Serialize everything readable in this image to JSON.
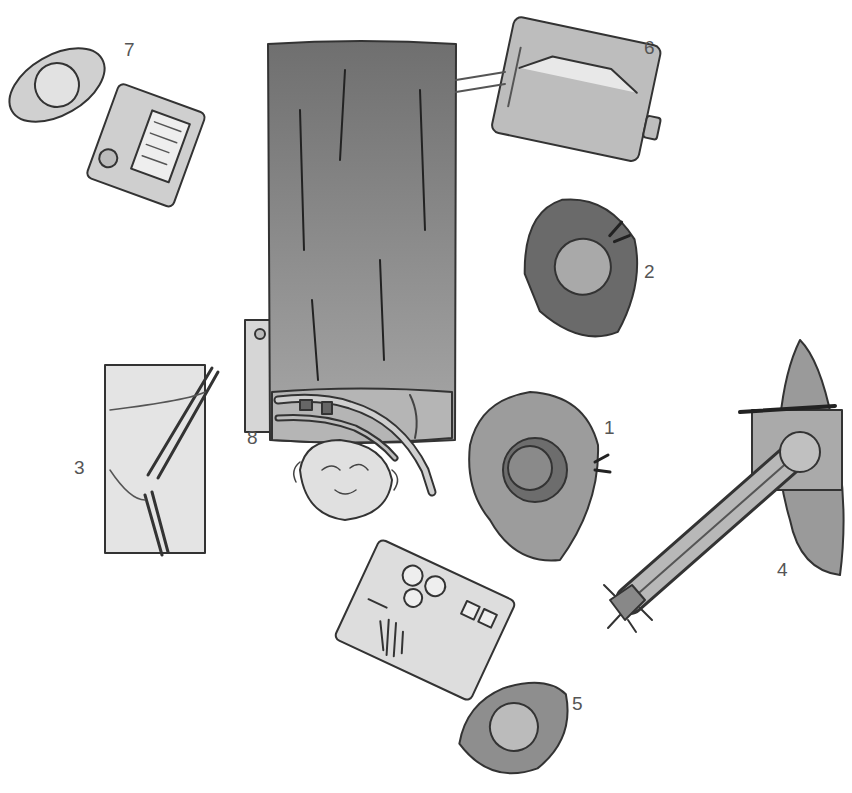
{
  "diagram": {
    "labels": [
      "7",
      "6",
      "2",
      "1",
      "8",
      "3",
      "4",
      "5"
    ]
  }
}
